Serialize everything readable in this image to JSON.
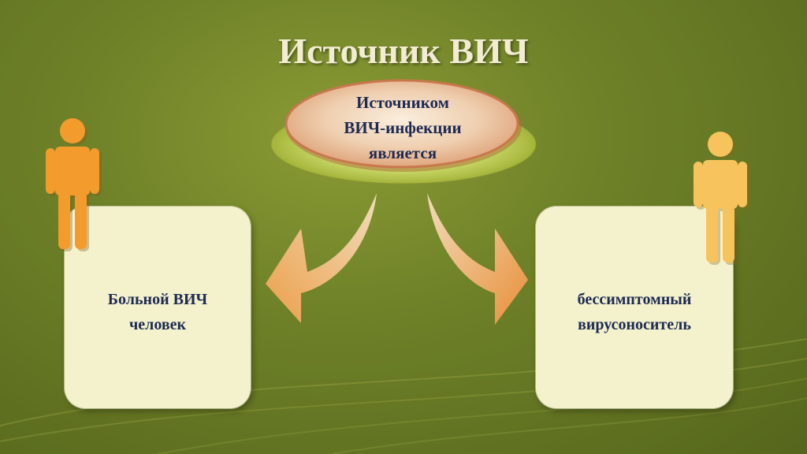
{
  "title": "Источник ВИЧ",
  "center": {
    "lines": [
      "Источником",
      "ВИЧ-инфекции",
      "является"
    ]
  },
  "left_box": {
    "lines": [
      "Больной ВИЧ",
      "человек"
    ]
  },
  "right_box": {
    "lines": [
      "бессимптомный",
      "вирусоноситель"
    ]
  },
  "colors": {
    "background": "#6e8128",
    "title": "#f1ecd2",
    "box": "#f3f2cc",
    "text": "#1f2a52",
    "person_left": "#f39b2d",
    "person_right": "#f7c35c",
    "arrow": "#f2a05a"
  }
}
